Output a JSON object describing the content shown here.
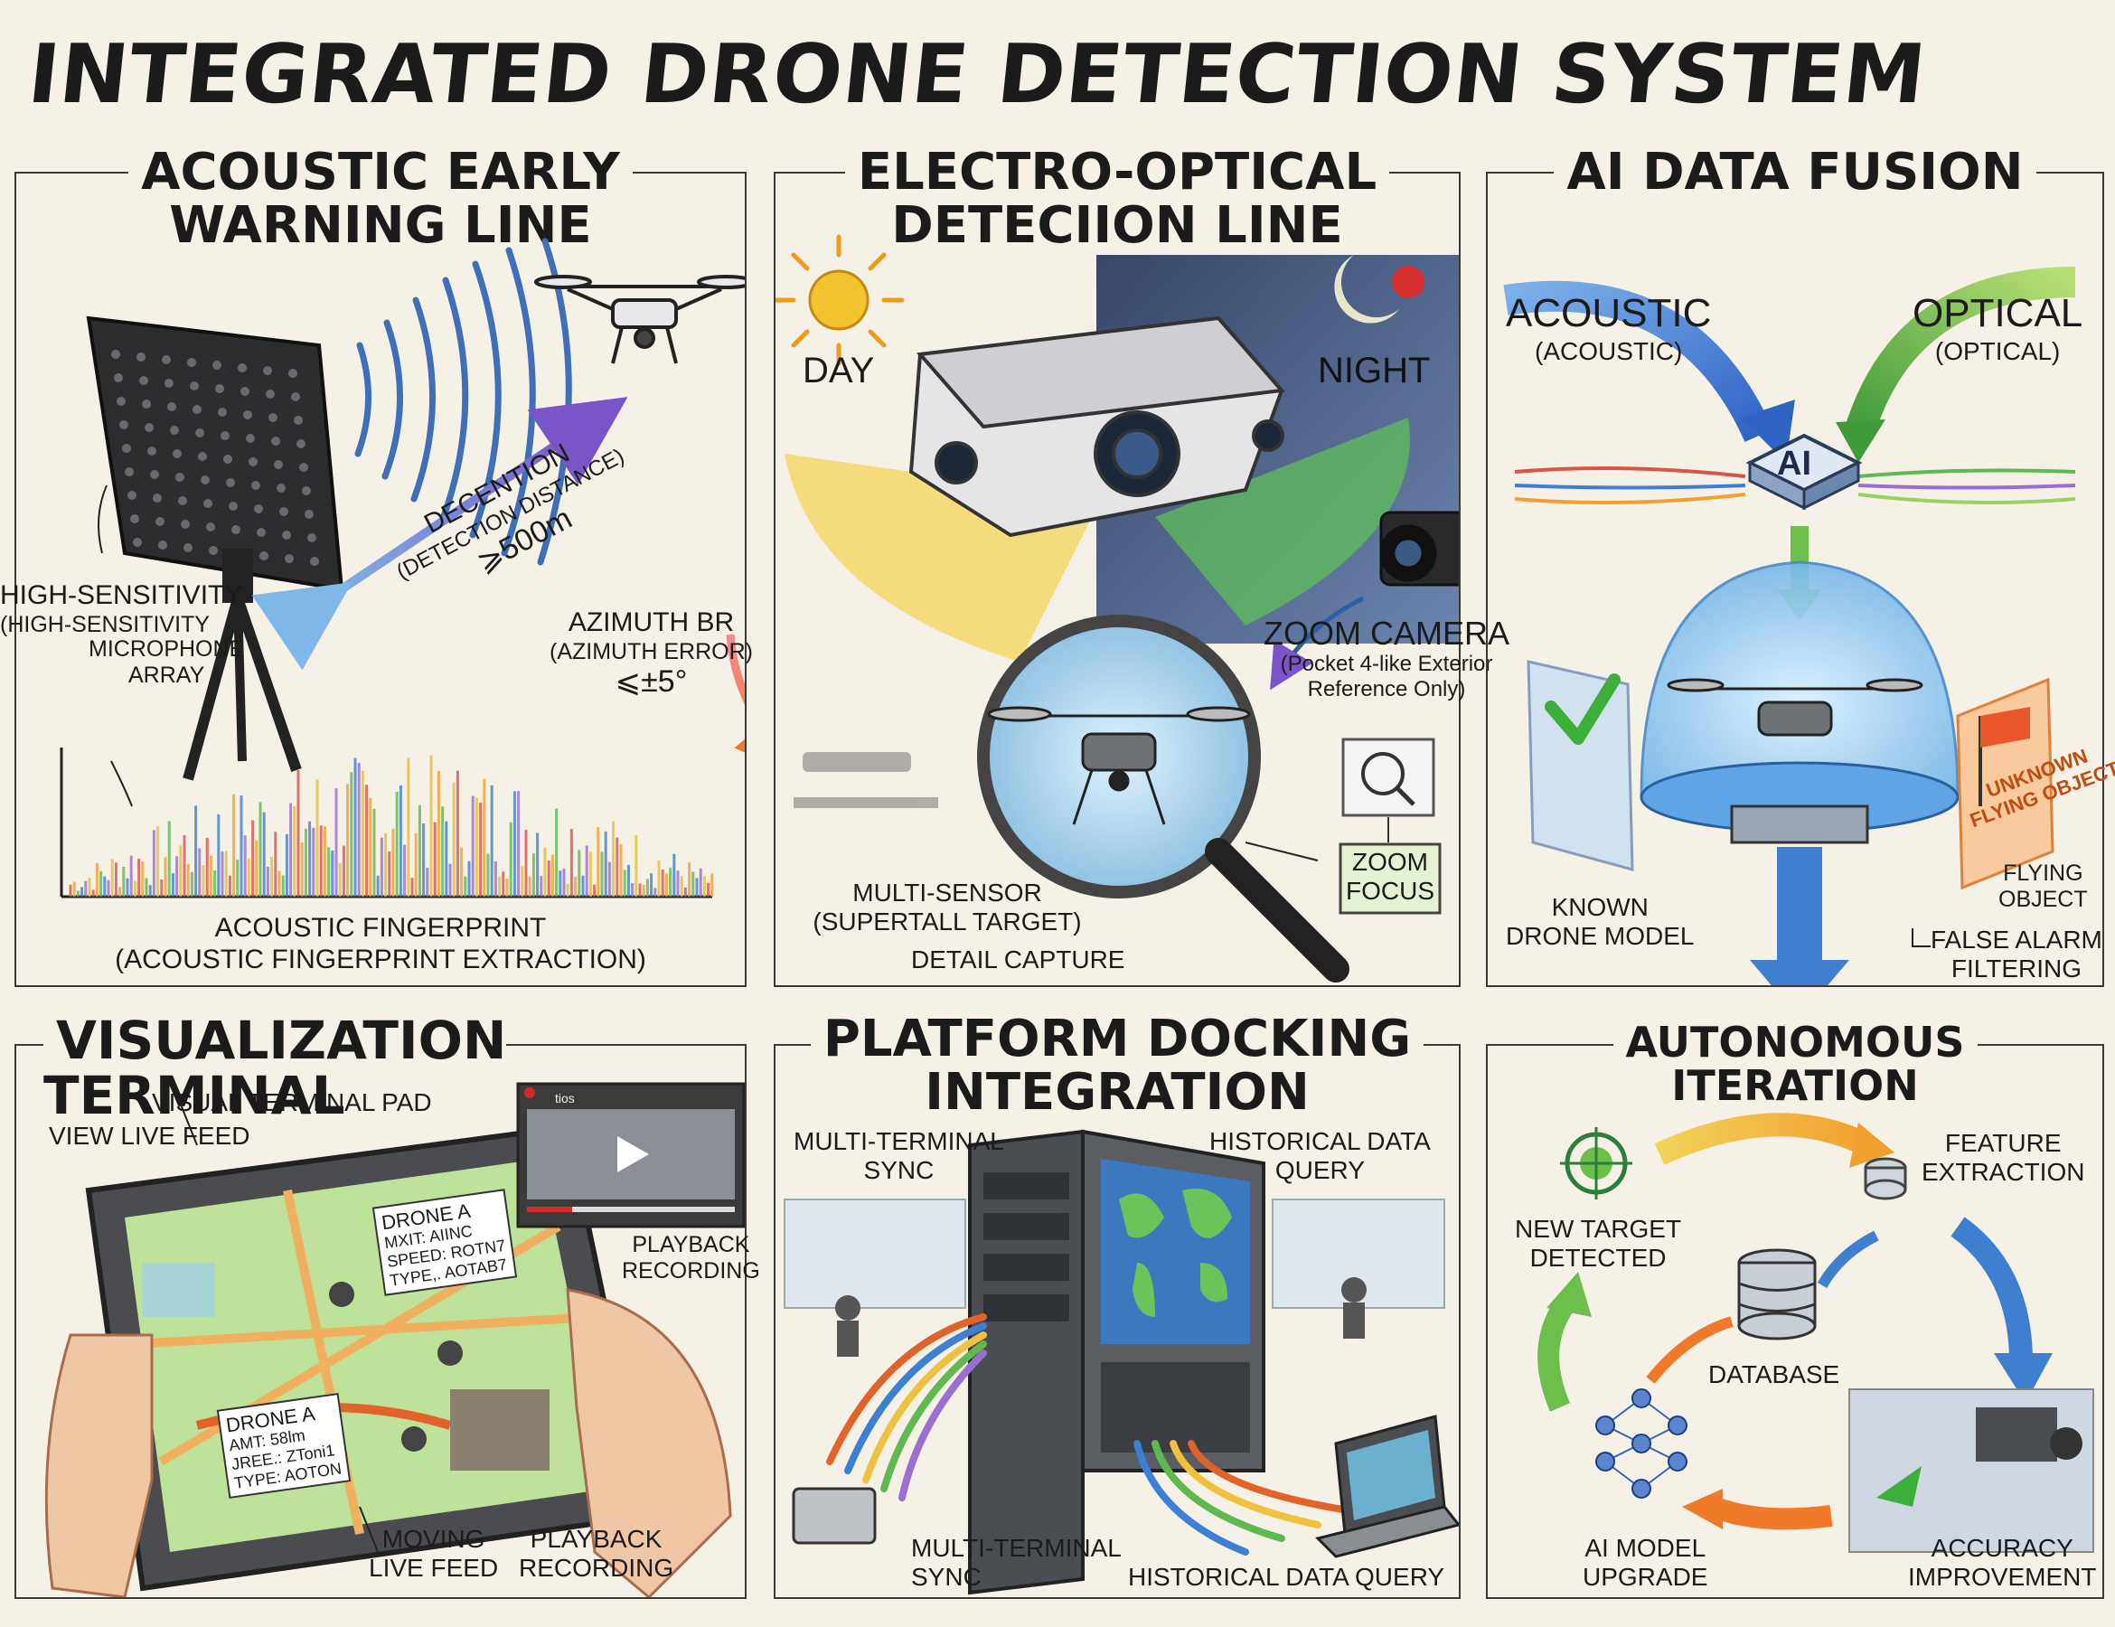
{
  "title": "INTEGRATED DRONE DETECTION SYSTEM",
  "panels": {
    "acoustic": {
      "title_line1": "ACOUSTIC EARLY",
      "title_line2": "WARNING LINE",
      "mic_label_1": "HIGH-SENSITIVITY",
      "mic_label_2": "(HIGH-SENSITIVITY",
      "mic_label_3": "MICROPHONE",
      "mic_label_4": "ARRAY",
      "distance_label_1": "DECENTION",
      "distance_label_2": "(DETECTION DISTANCE)",
      "distance_value": "⩾500m",
      "azimuth_label_1": "AZIMUTH BR",
      "azimuth_label_2": "(AZIMUTH ERROR)",
      "azimuth_value": "⩽±5°",
      "fingerprint_1": "ACOUSTIC FINGERPRINT",
      "fingerprint_2": "(ACOUSTIC FINGERPRINT EXTRACTION)"
    },
    "optical": {
      "title_line1": "ELECTRO-OPTICAL",
      "title_line2": "DETECIION LINE",
      "day": "DAY",
      "night": "NIGHT",
      "zoom_camera": "ZOOM CAMERA",
      "zoom_note_1": "(Pocket 4-like Exterior",
      "zoom_note_2": "Reference Only)",
      "zoom_focus_1": "ZOOM",
      "zoom_focus_2": "FOCUS",
      "multi_sensor_1": "MULTI-SENSOR",
      "multi_sensor_2": "(SUPERTALL TARGET)",
      "multi_sensor_3": "DETAIL CAPTURE"
    },
    "fusion": {
      "title": "AI DATA FUSION",
      "acoustic": "ACOUSTIC",
      "acoustic_sub": "(ACOUSTIC)",
      "optical": "OPTICAL",
      "optical_sub": "(OPTICAL)",
      "chip": "AI",
      "known_1": "KNOWN",
      "known_2": "DRONE MODEL",
      "unknown_1": "UNKNOWN",
      "unknown_2": "FLYING OBJECT",
      "flying_1": "FLYING",
      "flying_2": "OBJECT",
      "false_alarm_1": "FALSE ALARM",
      "false_alarm_2": "FILTERING"
    },
    "terminal": {
      "title": "VISUALIZATION TERMINAL",
      "pad": "VISUAL TERMINAL PAD",
      "live": "VIEW LIVE FEED",
      "playback_1": "PLAYBACK",
      "playback_2": "RECORDING",
      "drone_a": "DRONE A",
      "drone_a_l1": "MXIT: AIINC",
      "drone_a_l2": "SPEED: ROTN7",
      "drone_a_l3": "TYPE,. AOTAB7",
      "drone_b": "DRONE A",
      "drone_b_l1": "AMT: 58lm",
      "drone_b_l2": "JREE.: ZToni1",
      "drone_b_l3": "TYPE: AOTON",
      "moving_1": "MOVING",
      "moving_2": "LIVE FEED",
      "playback_b1": "PLAYBACK",
      "playback_b2": "RECORDING",
      "video_tag": "tios"
    },
    "docking": {
      "title_line1": "PLATFORM DOCKING",
      "title_line2": "INTEGRATION",
      "sync_top_1": "MULTI-TERMINAL",
      "sync_top_2": "SYNC",
      "hist_top_1": "HISTORICAL DATA",
      "hist_top_2": "QUERY",
      "sync_bot_1": "MULTI-TERMINAL",
      "sync_bot_2": "SYNC",
      "hist_bot": "HISTORICAL DATA QUERY"
    },
    "iteration": {
      "title_1": "AUTONOMOUS",
      "title_2": "ITERATION",
      "feature_1": "FEATURE",
      "feature_2": "EXTRACTION",
      "new_target_1": "NEW TARGET",
      "new_target_2": "DETECTED",
      "database": "DATABASE",
      "ai_model_1": "AI MODEL",
      "ai_model_2": "UPGRADE",
      "accuracy_1": "ACCURACY",
      "accuracy_2": "IMPROVEMENT"
    }
  },
  "colors": {
    "background": "#f6f1e7",
    "ink": "#1b1b1b",
    "acoustic_blue": "#3f7fd0",
    "optical_green": "#6bbf4a",
    "alert_orange": "#f07a2a",
    "day_yellow": "#f3d35a",
    "night_navy": "#23335a"
  }
}
